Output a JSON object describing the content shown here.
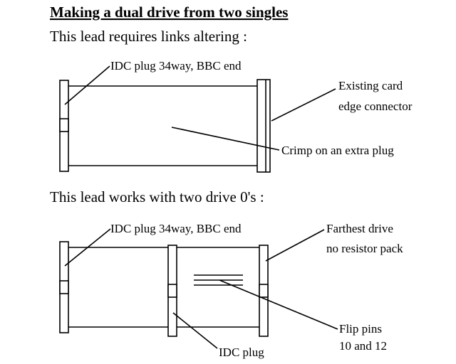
{
  "title": "Making a dual drive from two singles",
  "diagram1": {
    "heading": "This lead requires links altering :",
    "label_idc": "IDC plug 34way, BBC end",
    "label_existing_1": "Existing card",
    "label_existing_2": "edge connector",
    "label_crimp": "Crimp on an extra plug"
  },
  "diagram2": {
    "heading": "This lead works with two drive 0's :",
    "label_idc": "IDC plug 34way, BBC end",
    "label_farthest_1": "Farthest drive",
    "label_farthest_2": "no resistor pack",
    "label_flip_1": "Flip pins",
    "label_flip_2": "10 and 12",
    "label_idc_mid": "IDC plug"
  }
}
